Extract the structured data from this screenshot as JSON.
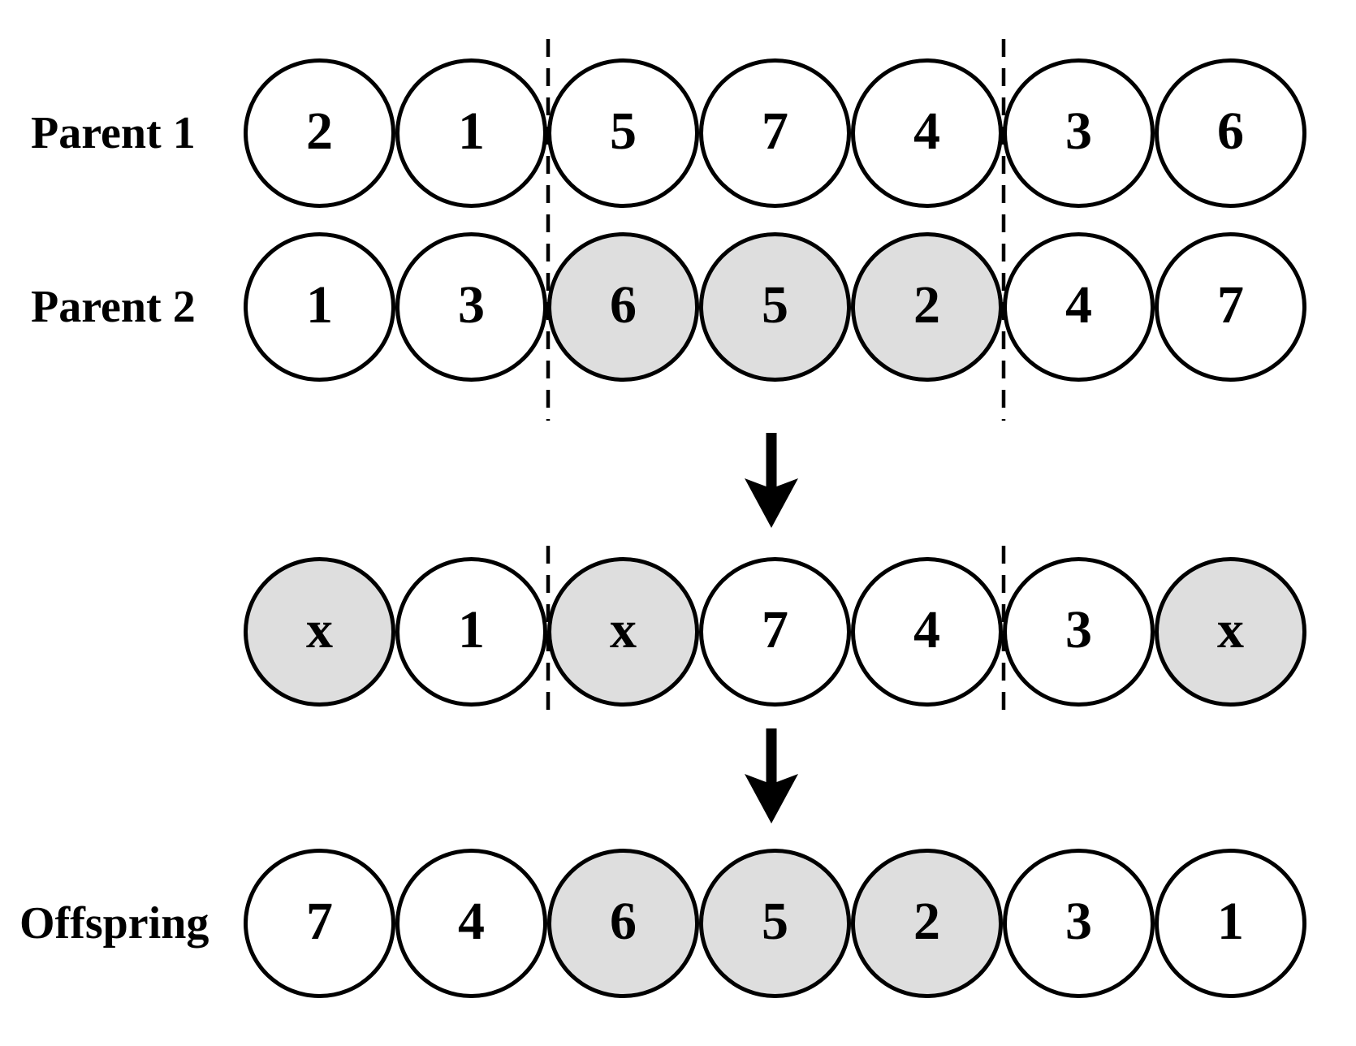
{
  "colors": {
    "background": "#ffffff",
    "stroke": "#000000",
    "shaded_fill": "#dedede",
    "plain_fill": "#ffffff"
  },
  "rows": [
    {
      "name": "parent1",
      "label": "Parent 1",
      "cells": [
        {
          "value": "2",
          "shaded": false,
          "fill": "#ffffff"
        },
        {
          "value": "1",
          "shaded": false,
          "fill": "#ffffff"
        },
        {
          "value": "5",
          "shaded": false,
          "fill": "#ffffff"
        },
        {
          "value": "7",
          "shaded": false,
          "fill": "#ffffff"
        },
        {
          "value": "4",
          "shaded": false,
          "fill": "#ffffff"
        },
        {
          "value": "3",
          "shaded": false,
          "fill": "#ffffff"
        },
        {
          "value": "6",
          "shaded": false,
          "fill": "#ffffff"
        }
      ]
    },
    {
      "name": "parent2",
      "label": "Parent 2",
      "cells": [
        {
          "value": "1",
          "shaded": false,
          "fill": "#ffffff"
        },
        {
          "value": "3",
          "shaded": false,
          "fill": "#ffffff"
        },
        {
          "value": "6",
          "shaded": true,
          "fill": "#dedede"
        },
        {
          "value": "5",
          "shaded": true,
          "fill": "#dedede"
        },
        {
          "value": "2",
          "shaded": true,
          "fill": "#dedede"
        },
        {
          "value": "4",
          "shaded": false,
          "fill": "#ffffff"
        },
        {
          "value": "7",
          "shaded": false,
          "fill": "#ffffff"
        }
      ]
    },
    {
      "name": "intermediate",
      "label": "",
      "cells": [
        {
          "value": "x",
          "shaded": true,
          "fill": "#dedede"
        },
        {
          "value": "1",
          "shaded": false,
          "fill": "#ffffff"
        },
        {
          "value": "x",
          "shaded": true,
          "fill": "#dedede"
        },
        {
          "value": "7",
          "shaded": false,
          "fill": "#ffffff"
        },
        {
          "value": "4",
          "shaded": false,
          "fill": "#ffffff"
        },
        {
          "value": "3",
          "shaded": false,
          "fill": "#ffffff"
        },
        {
          "value": "x",
          "shaded": true,
          "fill": "#dedede"
        }
      ]
    },
    {
      "name": "offspring",
      "label": "Offspring",
      "cells": [
        {
          "value": "7",
          "shaded": false,
          "fill": "#ffffff"
        },
        {
          "value": "4",
          "shaded": false,
          "fill": "#ffffff"
        },
        {
          "value": "6",
          "shaded": true,
          "fill": "#dedede"
        },
        {
          "value": "5",
          "shaded": true,
          "fill": "#dedede"
        },
        {
          "value": "2",
          "shaded": true,
          "fill": "#dedede"
        },
        {
          "value": "3",
          "shaded": false,
          "fill": "#ffffff"
        },
        {
          "value": "1",
          "shaded": false,
          "fill": "#ffffff"
        }
      ]
    }
  ],
  "icons": {
    "arrow_top": "down-arrow",
    "arrow_bottom": "down-arrow"
  }
}
